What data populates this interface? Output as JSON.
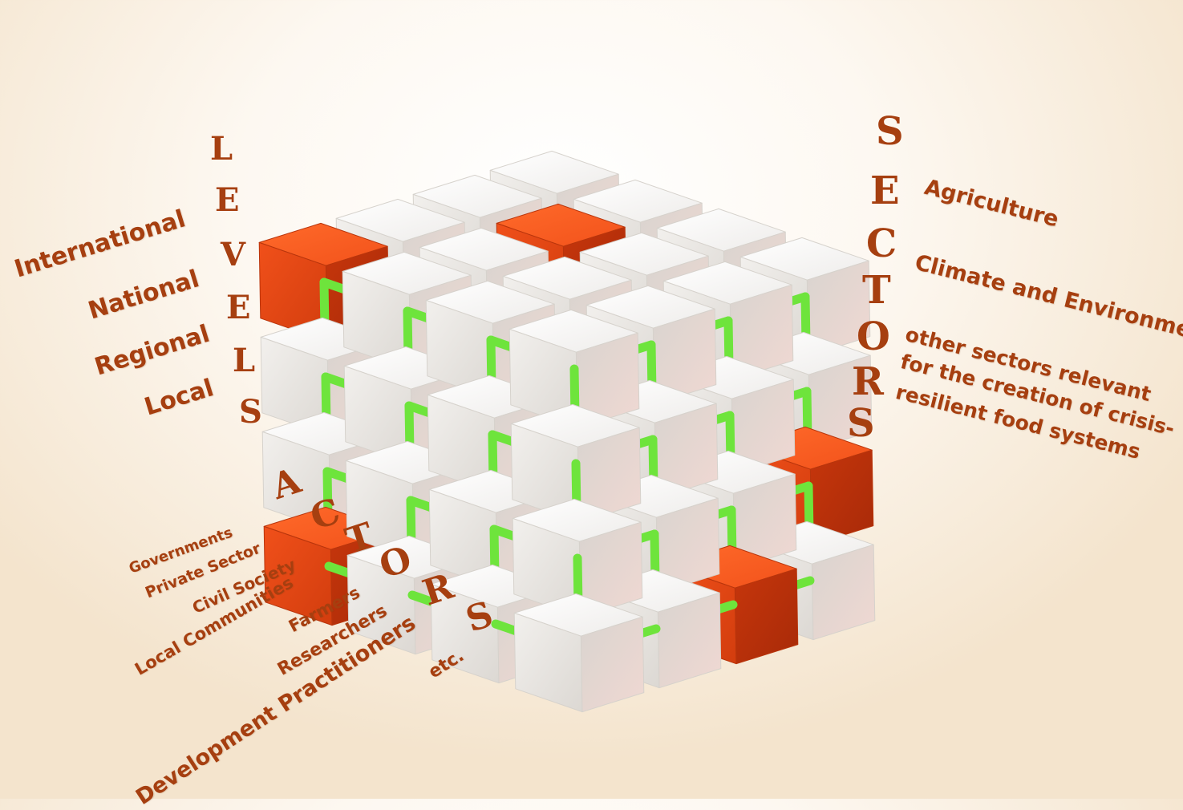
{
  "colors": {
    "text": "#a63f10",
    "cube_white": "#f3f1ee",
    "cube_red": "#e84a16",
    "connector": "#6ee43c"
  },
  "levels": {
    "heading": "LEVELS",
    "items": [
      "International",
      "National",
      "Regional",
      "Local"
    ]
  },
  "sectors": {
    "heading": "SECTORS",
    "items": [
      "Agriculture",
      "Climate and Environment",
      "other sectors relevant",
      "for the creation of crisis-",
      "resilient food systems"
    ]
  },
  "actors": {
    "heading": "ACTORS",
    "items": [
      "Governments",
      "Private Sector",
      "Civil Society",
      "Local  Communities",
      "Farmers",
      "Researchers",
      "Development Practitioners",
      "etc."
    ]
  }
}
